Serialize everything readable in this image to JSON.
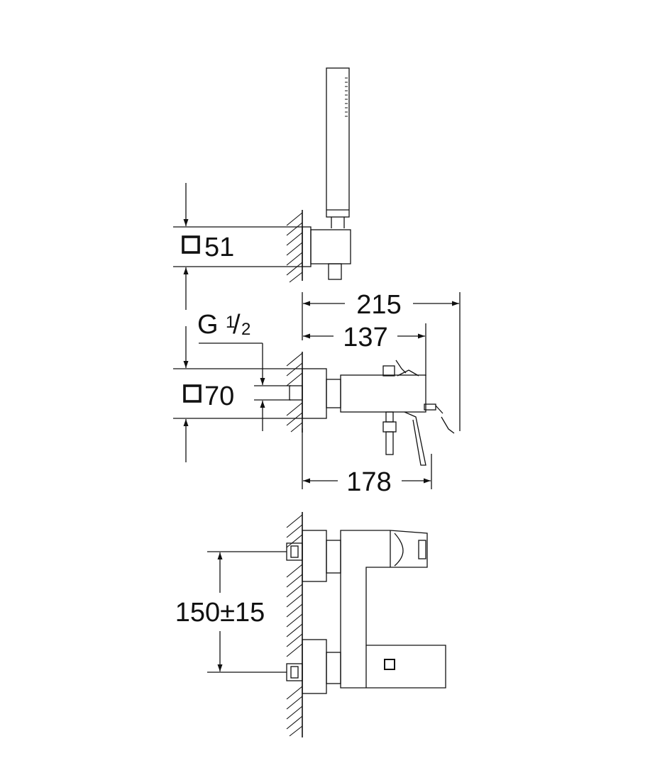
{
  "dimensions": {
    "hose_outlet_square": "51",
    "body_square": "70",
    "thread_letter": "G",
    "thread_numerator": "1",
    "thread_slash": "/",
    "thread_denominator": "2",
    "depth_overall": "215",
    "depth_mid": "137",
    "depth_lower": "178",
    "center_distance": "150±15"
  },
  "colors": {
    "line": "#111111",
    "background": "#ffffff"
  },
  "icons": {
    "square_symbol": "square-icon"
  }
}
